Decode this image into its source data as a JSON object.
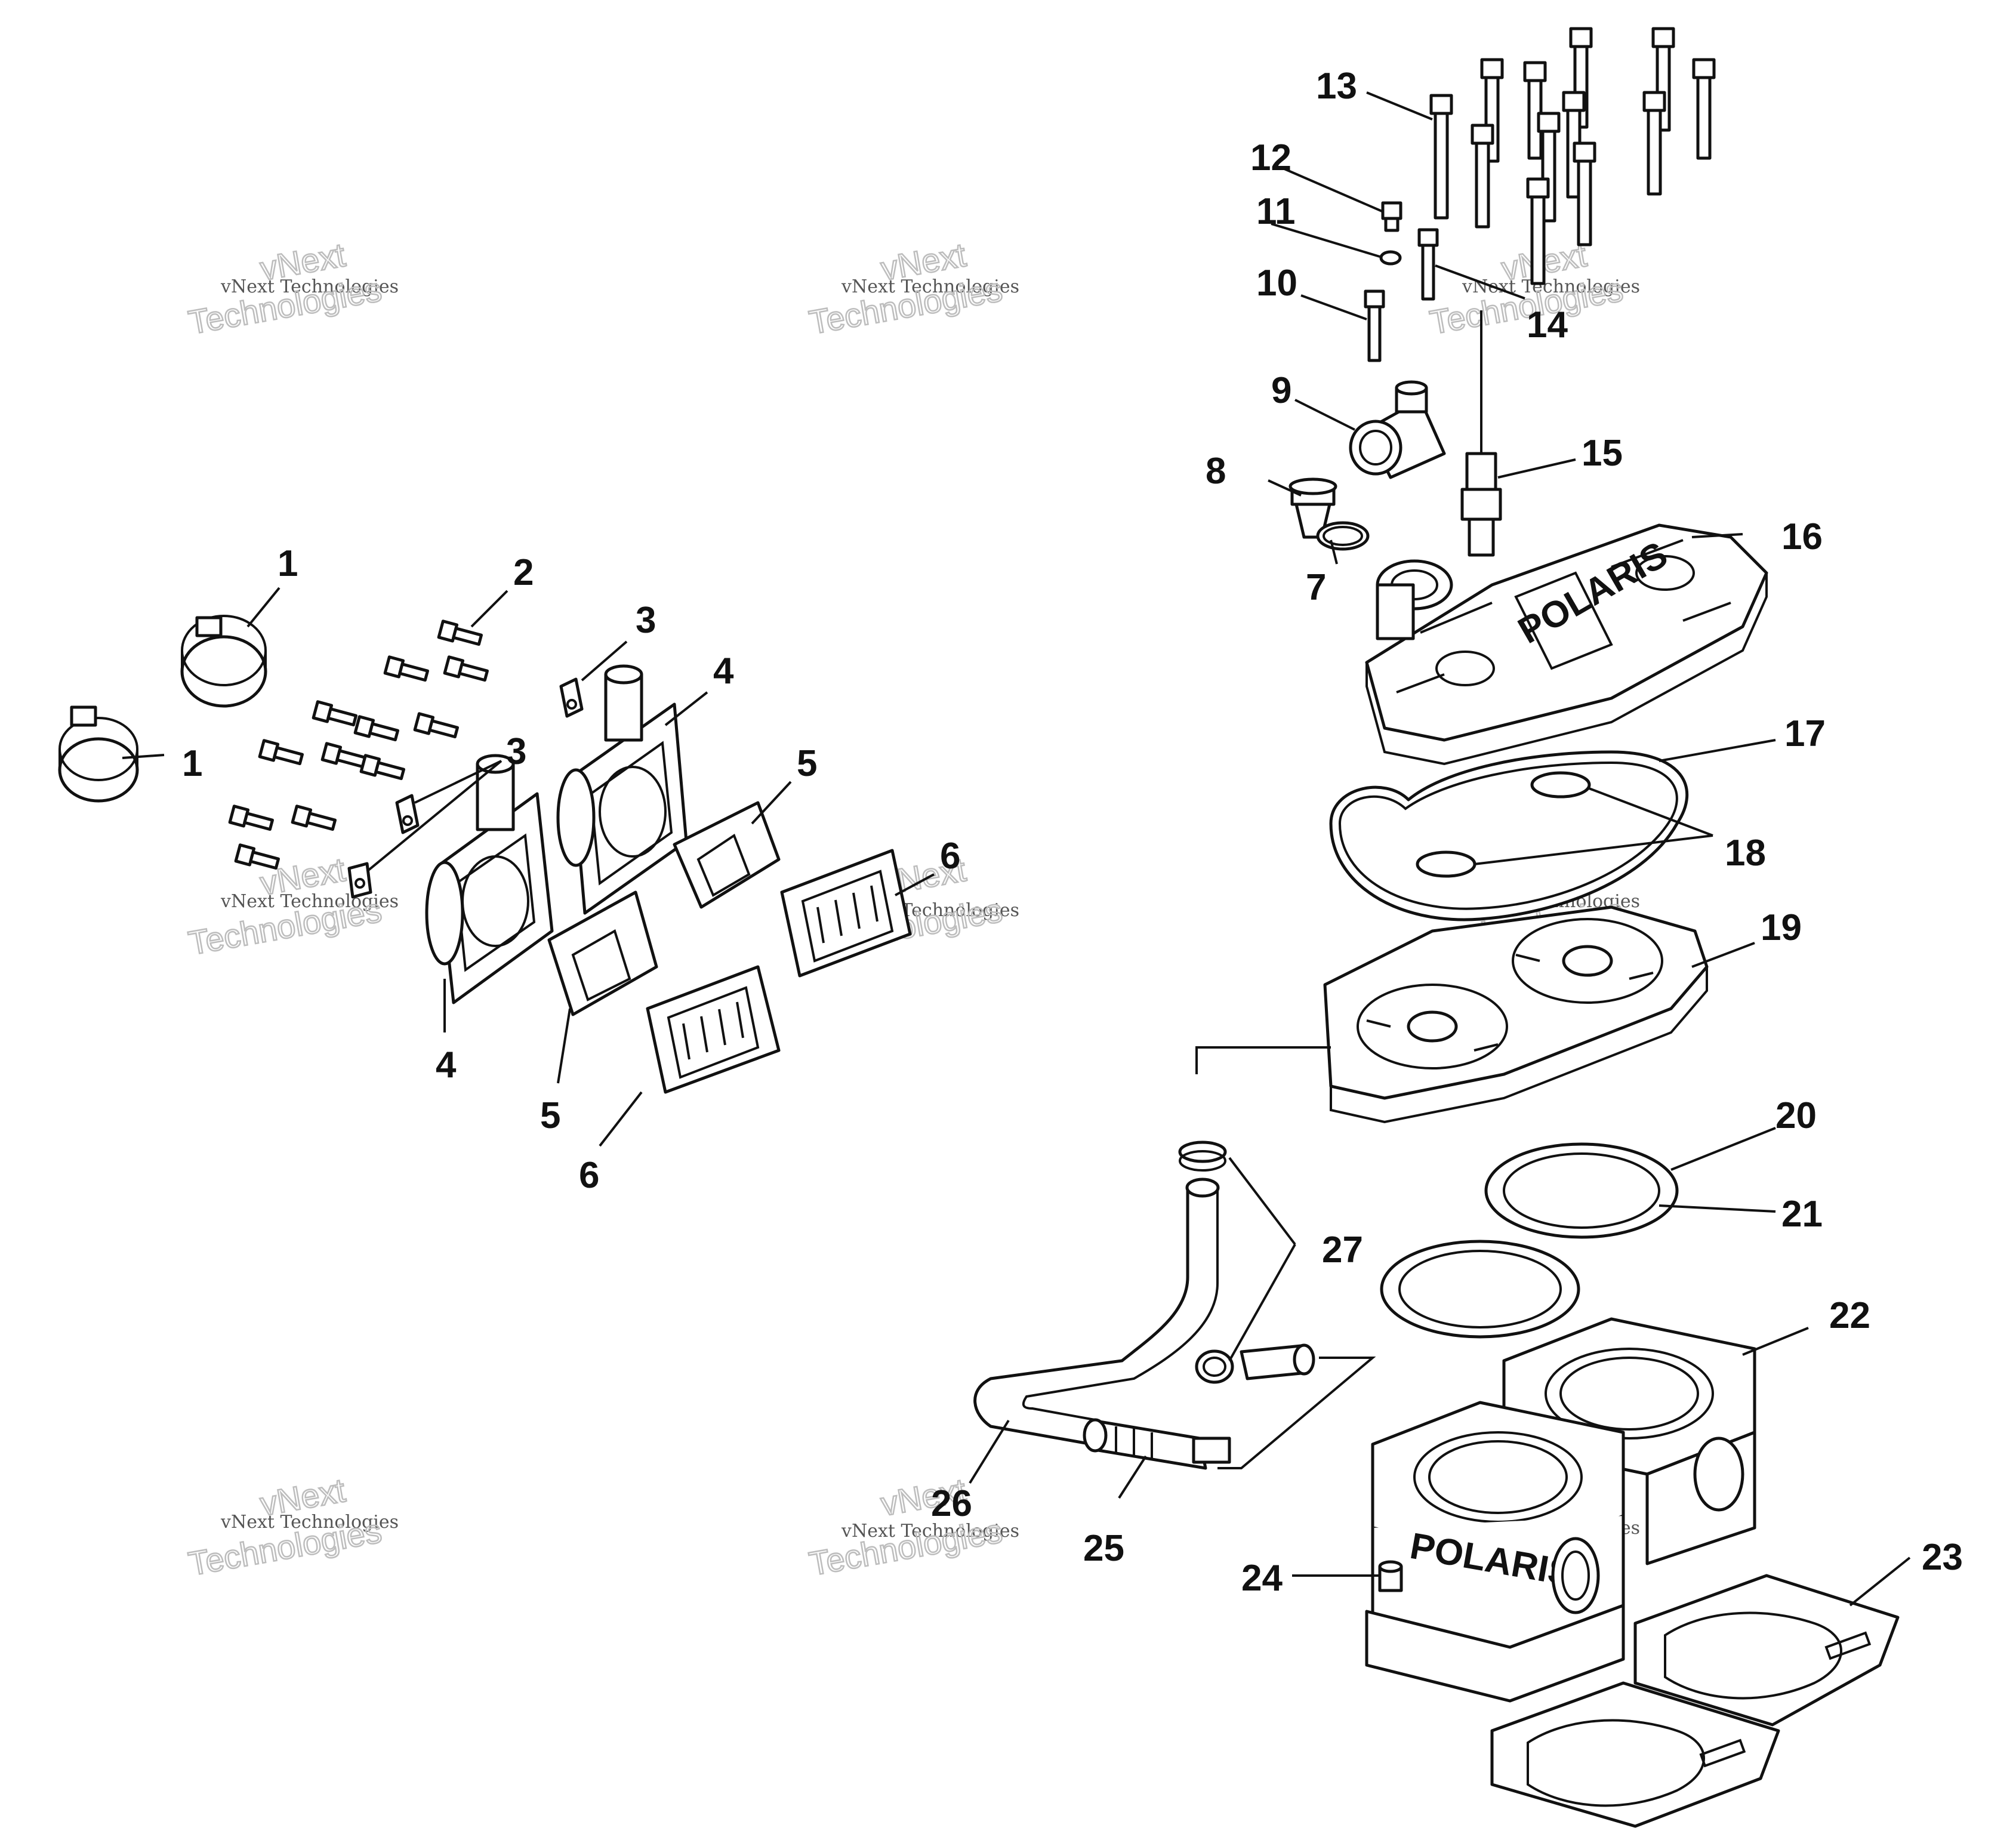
{
  "callouts": {
    "n1": "1",
    "n2": "2",
    "n3": "3",
    "n4": "4",
    "n5": "5",
    "n6": "6",
    "n7": "7",
    "n8": "8",
    "n9": "9",
    "n10": "10",
    "n11": "11",
    "n12": "12",
    "n13": "13",
    "n14": "14",
    "n15": "15",
    "n16": "16",
    "n17": "17",
    "n18": "18",
    "n19": "19",
    "n20": "20",
    "n21": "21",
    "n22": "22",
    "n23": "23",
    "n24": "24",
    "n25": "25",
    "n26": "26",
    "n27": "27"
  },
  "watermark": {
    "line1": "vNext Technologies",
    "line2": "vNext",
    "line3": "Technologies"
  },
  "part_text": {
    "brand": "POLARIS"
  },
  "colors": {
    "ink": "#111111",
    "watermark": "#bdbdbd",
    "background": "#ffffff"
  }
}
